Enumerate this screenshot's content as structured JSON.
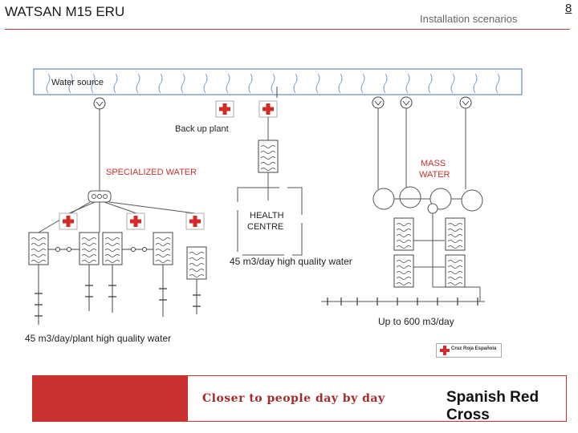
{
  "header": {
    "title": "WATSAN M15 ERU",
    "subtitle": "Installation scenarios",
    "page_number": "8"
  },
  "diagram": {
    "water_source_label": "Water source",
    "backup_plant_label": "Back up plant",
    "specialized_water_label": "SPECIALIZED WATER",
    "health_centre_label_line1": "HEALTH",
    "health_centre_label_line2": "CENTRE",
    "health_centre_capacity": "45 m3/day high quality water",
    "mass_water_label_line1": "MASS",
    "mass_water_label_line2": "WATER",
    "mass_water_capacity": "Up to 600 m3/day",
    "specialized_capacity": "45 m3/day/plant high quality water"
  },
  "mini_logo_text": "Cruz Roja Española",
  "banner": {
    "tagline": "Closer to people day by day",
    "brand": "Spanish Red Cross"
  },
  "colors": {
    "accent_red": "#c8312f",
    "river_blue": "#7a9bc8"
  }
}
